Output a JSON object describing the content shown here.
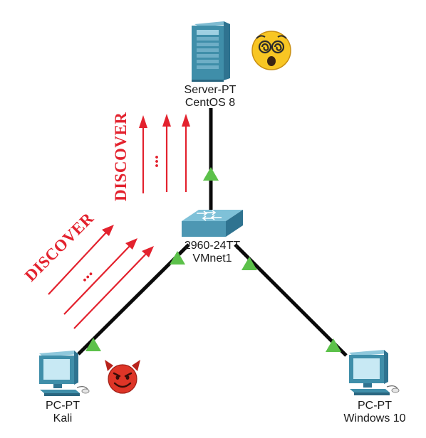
{
  "colors": {
    "link": "#0a0a0a",
    "link_up_triangle": "#5cc14a",
    "discover_red": "#e3222e",
    "device_teal": "#3f8ea9",
    "switch_teal": "#4d97b3"
  },
  "nodes": {
    "server": {
      "model": "Server-PT",
      "name": "CentOS 8",
      "icon": "server-icon",
      "badge_icon": "dizzy-face-emoji-icon"
    },
    "switch": {
      "model": "2960-24TT",
      "name": "VMnet1",
      "icon": "switch-icon"
    },
    "kali": {
      "model": "PC-PT",
      "name": "Kali",
      "icon": "pc-icon",
      "badge_icon": "smiling-devil-emoji-icon"
    },
    "windows": {
      "model": "PC-PT",
      "name": "Windows 10",
      "icon": "pc-icon"
    }
  },
  "annotations": {
    "discover_left": "DISCOVER",
    "discover_top": "DISCOVER",
    "ellipsis": "..."
  }
}
